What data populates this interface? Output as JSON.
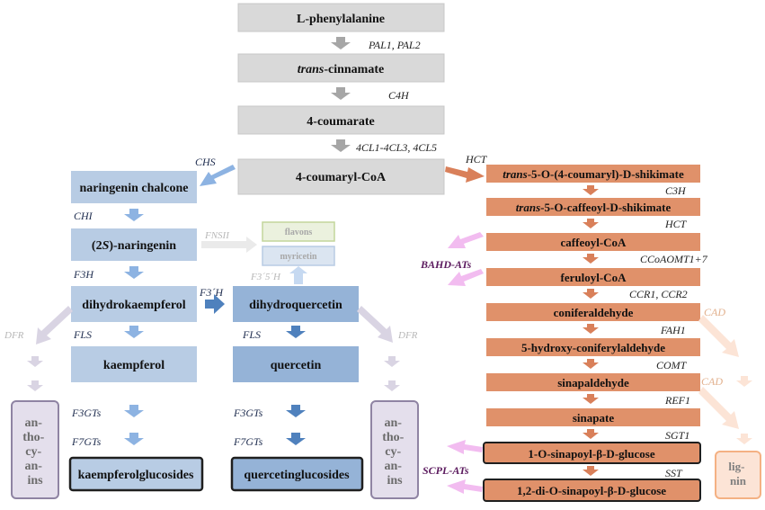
{
  "nodes": {
    "phe": "L-phenylalanine",
    "cinnamate_em": "trans",
    "cinnamate_rest": "-cinnamate",
    "coumarate": "4-coumarate",
    "coumaryl_coa": "4-coumaryl-CoA",
    "naringenin_chalcone": "naringenin chalcone",
    "naringenin_a": "(2",
    "naringenin_s": "S",
    "naringenin_b": ")-naringenin",
    "dihydrokaempferol": "dihydrokaempferol",
    "dihydroquercetin": "dihydroquercetin",
    "kaempferol": "kaempferol",
    "quercetin": "quercetin",
    "flavons": "flavons",
    "myricetin": "myricetin",
    "kaempferolglucosides": "kaempferolglucosides",
    "quercetinglucosides": "quercetinglucosides",
    "anthocyanins_left": [
      "an-",
      "tho-",
      "cy-",
      "an-",
      "ins"
    ],
    "anthocyanins_right": [
      "an-",
      "tho-",
      "cy-",
      "an-",
      "ins"
    ],
    "lignin": [
      "lig-",
      "nin"
    ],
    "shik1_em": "trans",
    "shik1_rest": "-5-O-(4-coumaryl)-D-shikimate",
    "shik2_em": "trans",
    "shik2_rest": "-5-O-caffeoyl-D-shikimate",
    "caffeoyl_coa": "caffeoyl-CoA",
    "feruloyl_coa": "feruloyl-CoA",
    "coniferaldehyde": "coniferaldehyde",
    "hydroxy_coniferylaldehyde": "5-hydroxy-coniferylaldehyde",
    "sinapaldehyde": "sinapaldehyde",
    "sinapate": "sinapate",
    "sinapoyl_glucose": "1-O-sinapoyl-β-D-glucose",
    "disinapoyl_glucose": "1,2-di-O-sinapoyl-β-D-glucose"
  },
  "enzymes": {
    "pal": "PAL1, PAL2",
    "c4h": "C4H",
    "cl": "4CL1-4CL3, 4CL5",
    "chs": "CHS",
    "chi": "CHI",
    "fnsii": "FNSII",
    "f3h": "F3H",
    "f3prime_h": "F3´H",
    "f35h": "F3´5´H",
    "dfr_left": "DFR",
    "dfr_right": "DFR",
    "fls_left": "FLS",
    "fls_right": "FLS",
    "f3gts_left": "F3GTs",
    "f7gts_left": "F7GTs",
    "f3gts_right": "F3GTs",
    "f7gts_right": "F7GTs",
    "hct_top": "HCT",
    "c3h": "C3H",
    "hct_mid": "HCT",
    "bahd": "BAHD-ATs",
    "ccoaomt": "CCoAOMT1+7",
    "ccr": "CCR1, CCR2",
    "cad_top": "CAD",
    "fah1": "FAH1",
    "comt": "COMT",
    "cad_bottom": "CAD",
    "ref1": "REF1",
    "sgt1": "SGT1",
    "scpl": "SCPL-ATs",
    "sst": "SST"
  },
  "colors": {
    "gray_box": "#d9d9d9",
    "gray_arrow": "#a6a6a6",
    "light_blue_box": "#b8cce4",
    "mid_blue_box": "#95b3d7",
    "blue_arrow": "#8db3e2",
    "dark_blue_arrow": "#4f81bd",
    "orange_box": "#e0916a",
    "orange_arrow": "#d9805a",
    "pink_arrow": "#f2bcf0",
    "lavender_box": "#e4dfec",
    "lavender_border": "#8f84a3",
    "peach_box": "#fce4d6",
    "green_box": "#ebf1de"
  }
}
